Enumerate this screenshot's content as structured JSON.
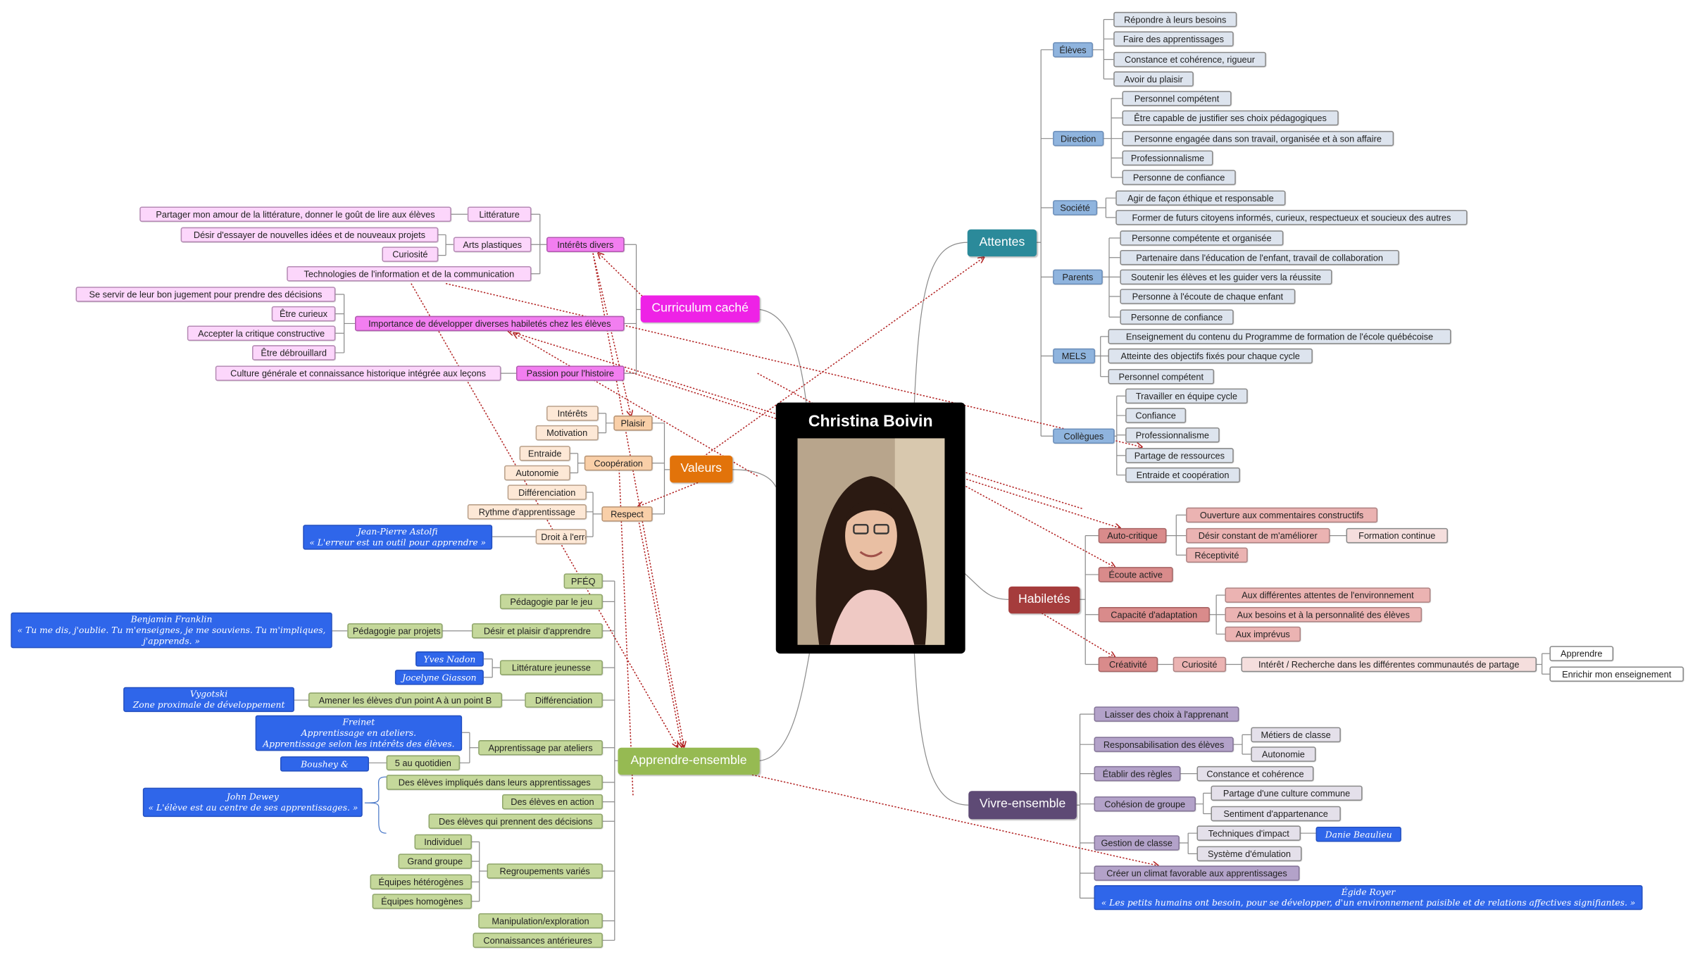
{
  "center": {
    "title": "Christina Boivin"
  },
  "attentes": {
    "label": "Attentes",
    "groups": [
      {
        "label": "Élèves",
        "items": [
          "Répondre à leurs besoins",
          "Faire des apprentissages",
          "Constance et cohérence, rigueur",
          "Avoir du plaisir"
        ]
      },
      {
        "label": "Direction",
        "items": [
          "Personnel compétent",
          "Être capable de justifier ses choix pédagogiques",
          "Personne engagée dans son travail, organisée et à son affaire",
          "Professionnalisme",
          "Personne de confiance"
        ]
      },
      {
        "label": "Société",
        "items": [
          "Agir de façon éthique et responsable",
          "Former de futurs citoyens informés, curieux, respectueux et soucieux des autres"
        ]
      },
      {
        "label": "Parents",
        "items": [
          "Personne compétente et organisée",
          "Partenaire dans l'éducation de l'enfant, travail de collaboration",
          "Soutenir les élèves et les guider vers la réussite",
          "Personne à l'écoute de chaque enfant",
          "Personne de confiance"
        ]
      },
      {
        "label": "MELS",
        "items": [
          "Enseignement du contenu du Programme de formation de l'école québécoise",
          "Atteinte des objectifs fixés pour chaque cycle",
          "Personnel compétent"
        ]
      },
      {
        "label": "Collègues",
        "items": [
          "Travailler en équipe cycle",
          "Confiance",
          "Professionnalisme",
          "Partage de ressources",
          "Entraide et coopération"
        ]
      }
    ]
  },
  "habiletes": {
    "label": "Habiletés",
    "autocritique": {
      "label": "Auto-critique",
      "items": [
        "Ouverture aux commentaires constructifs",
        "Désir constant de m'améliorer",
        "Réceptivité"
      ],
      "sub": "Formation continue"
    },
    "ecoute": "Écoute active",
    "adaptation": {
      "label": "Capacité d'adaptation",
      "items": [
        "Aux différentes attentes de l'environnement",
        "Aux besoins et à la personnalité des élèves",
        "Aux imprévus"
      ]
    },
    "creativite": {
      "label": "Créativité",
      "curiosite": "Curiosité",
      "interet": "Intérêt / Recherche dans les différentes communautés de partage",
      "items": [
        "Apprendre",
        "Enrichir mon enseignement"
      ]
    }
  },
  "vivre": {
    "label": "Vivre-ensemble",
    "laisser": "Laisser des choix à l'apprenant",
    "responsabilisation": {
      "label": "Responsabilisation des élèves",
      "items": [
        "Métiers de classe",
        "Autonomie"
      ]
    },
    "regles": {
      "label": "Établir des règles",
      "items": [
        "Constance et cohérence"
      ]
    },
    "cohesion": {
      "label": "Cohésion de groupe",
      "items": [
        "Partage d'une culture commune",
        "Sentiment d'appartenance"
      ]
    },
    "gestion": {
      "label": "Gestion de classe",
      "items": [
        "Techniques d'impact",
        "Système d'émulation"
      ],
      "author": "Danie Beaulieu"
    },
    "climat": "Créer un climat favorable aux apprentissages",
    "quote": {
      "author": "Égide Royer",
      "text": "« Les petits humains ont besoin, pour se développer, d'un environnement paisible et de relations affectives signifiantes. »"
    }
  },
  "curriculum": {
    "label": "Curriculum caché",
    "interets": {
      "label": "Intérêts divers",
      "litterature": {
        "label": "Littérature",
        "item": "Partager mon amour de la littérature, donner le goût de lire aux élèves"
      },
      "arts": {
        "label": "Arts plastiques",
        "items": [
          "Désir d'essayer de nouvelles idées et de nouveaux projets",
          "Curiosité"
        ]
      },
      "tic": "Technologies de l'information et de la communication"
    },
    "importance": {
      "label": "Importance de développer diverses habiletés chez les élèves",
      "items": [
        "Se servir de leur bon jugement pour prendre des décisions",
        "Être curieux",
        "Accepter la critique constructive",
        "Être débrouillard"
      ]
    },
    "histoire": {
      "label": "Passion pour l'histoire",
      "item": "Culture générale et connaissance historique intégrée aux leçons"
    }
  },
  "valeurs": {
    "label": "Valeurs",
    "plaisir": {
      "label": "Plaisir",
      "items": [
        "Intérêts",
        "Motivation"
      ]
    },
    "cooperation": {
      "label": "Coopération",
      "items": [
        "Entraide",
        "Autonomie"
      ]
    },
    "respect": {
      "label": "Respect",
      "items": [
        "Différenciation",
        "Rythme d'apprentissage",
        "Droit à l'erreur"
      ]
    },
    "quote": {
      "author": "Jean-Pierre Astolfi",
      "text": "« L'erreur est un outil pour apprendre »"
    }
  },
  "apprendre": {
    "label": "Apprendre-ensemble",
    "pfeq": "PFÉQ",
    "jeu": "Pédagogie par le jeu",
    "desir": {
      "label": "Désir et plaisir d'apprendre",
      "projets": "Pédagogie par projets",
      "quote": {
        "author": "Benjamin Franklin",
        "text1": "« Tu me dis, j'oublie. Tu m'enseignes, je me souviens. Tu m'impliques,",
        "text2": "j'apprends. »"
      }
    },
    "litterature": {
      "label": "Littérature jeunesse",
      "authors": [
        "Yves Nadon",
        "Jocelyne Giasson"
      ]
    },
    "differenciation": {
      "label": "Différenciation",
      "item": "Amener les élèves d'un point A à un point B",
      "quote": {
        "author": "Vygotski",
        "text": "Zone proximale de développement"
      }
    },
    "ateliers": {
      "label": "Apprentissage par ateliers",
      "quote": {
        "author": "Freinet",
        "text1": "Apprentissage en ateliers.",
        "text2": "Apprentissage selon les intérêts des élèves."
      },
      "quotidien": "5 au quotidien",
      "quotidien_author": "Boushey & Moser"
    },
    "eleves": [
      "Des élèves impliqués dans leurs apprentissages",
      "Des élèves en action",
      "Des élèves qui prennent des décisions"
    ],
    "dewey": {
      "author": "John Dewey",
      "text": "« L'élève est au centre de ses apprentissages. »"
    },
    "regroupements": {
      "label": "Regroupements variés",
      "items": [
        "Individuel",
        "Grand groupe",
        "Équipes hétérogènes",
        "Équipes homogènes"
      ]
    },
    "manipulation": "Manipulation/exploration",
    "connaissances": "Connaissances antérieures"
  },
  "colors": {
    "attentes": "#2b8a9a",
    "habiletes": "#a53c3c",
    "vivre": "#5e4a75",
    "curriculum": "#ee22e6",
    "valeurs": "#e2730a",
    "apprendre": "#96ba52",
    "quote": "#2f66ea",
    "relation": "#b22222"
  }
}
